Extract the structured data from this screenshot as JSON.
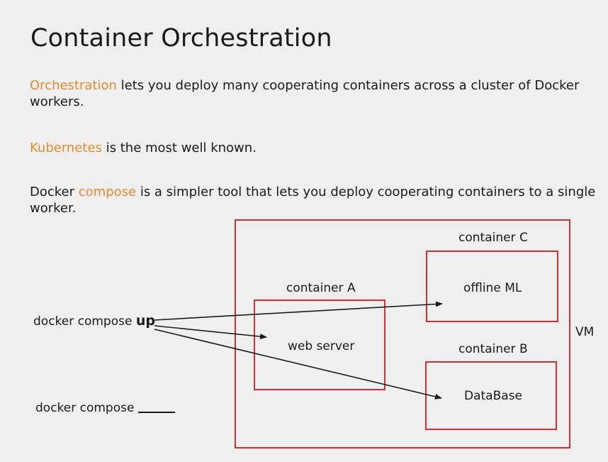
{
  "slide": {
    "title": "Container Orchestration",
    "para1": {
      "highlight": "Orchestration",
      "rest": " lets you deploy many cooperating containers across a cluster of Docker workers."
    },
    "para2": {
      "highlight": "Kubernetes",
      "rest": " is the most well known."
    },
    "para3": {
      "prefix": "Docker ",
      "highlight": "compose",
      "rest": " is a simpler tool that lets you deploy cooperating containers to a single worker."
    }
  },
  "diagram": {
    "vm_label": "VM",
    "container_a": {
      "label": "container A",
      "service": "web server"
    },
    "container_b": {
      "label": "container B",
      "service": "DataBase"
    },
    "container_c": {
      "label": "container C",
      "service": "offline ML"
    },
    "command_up": {
      "prefix": "docker compose ",
      "verb": "up"
    },
    "command_blank": {
      "prefix": "docker compose"
    }
  },
  "colors": {
    "highlight": "#e88a2c",
    "box_border": "#cc3333",
    "background": "#efefef"
  }
}
